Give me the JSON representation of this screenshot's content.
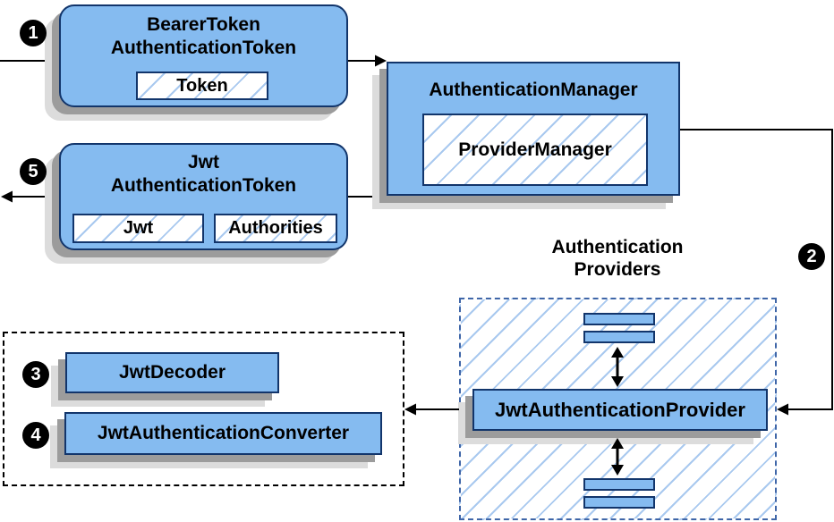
{
  "colors": {
    "box_fill": "#85bbf0",
    "box_border": "#12356b",
    "hatch": "#a9c9ef",
    "providers_border": "#3f66a8",
    "wire": "#000000",
    "badge_bg": "#000000",
    "badge_fg": "#ffffff"
  },
  "badges": {
    "step1": "1",
    "step2": "2",
    "step3": "3",
    "step4": "4",
    "step5": "5"
  },
  "nodes": {
    "bearer_token": {
      "title_line1": "BearerToken",
      "title_line2": "AuthenticationToken",
      "inner": "Token"
    },
    "authentication_manager": {
      "title": "AuthenticationManager",
      "inner": "ProviderManager"
    },
    "jwt_authentication_token": {
      "title_line1": "Jwt",
      "title_line2": "AuthenticationToken",
      "inner_left": "Jwt",
      "inner_right": "Authorities"
    },
    "authentication_providers": {
      "label_line1": "Authentication",
      "label_line2": "Providers"
    },
    "jwt_authentication_provider": {
      "label": "JwtAuthenticationProvider"
    },
    "jwt_decoder": {
      "label": "JwtDecoder"
    },
    "jwt_authentication_converter": {
      "label": "JwtAuthenticationConverter"
    }
  }
}
